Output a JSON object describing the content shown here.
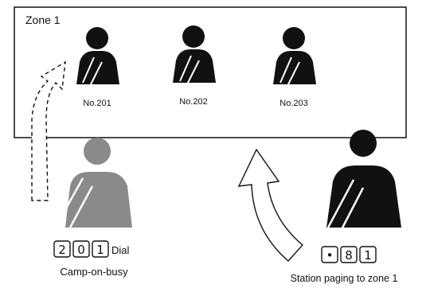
{
  "zone": {
    "label": "Zone 1",
    "stations": [
      "No.201",
      "No.202",
      "No.203"
    ]
  },
  "caller_left": {
    "keys": [
      "2",
      "0",
      "1"
    ],
    "dial_label": "Dial",
    "caption": "Camp-on-busy"
  },
  "caller_right": {
    "keys": [
      "•",
      "8",
      "1"
    ],
    "caption": "Station paging to zone 1"
  },
  "colors": {
    "dark_person": "#111111",
    "gray_person": "#8a8a8a",
    "line": "#111111"
  }
}
